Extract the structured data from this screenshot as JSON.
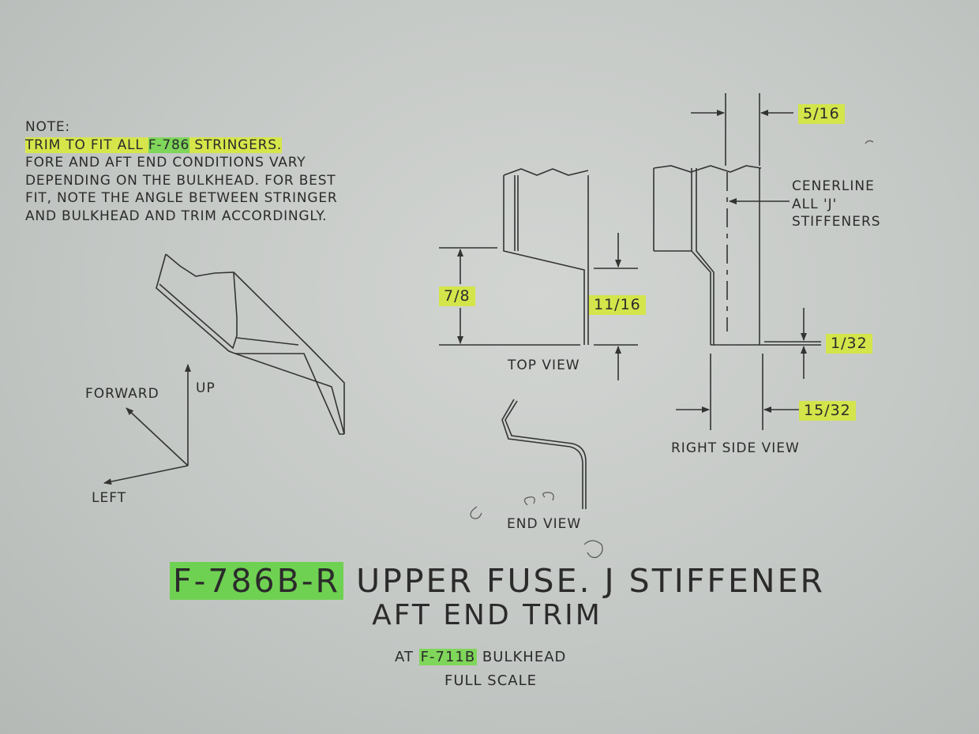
{
  "note": {
    "heading": "NOTE:",
    "line1_pre": "TRIM TO FIT ALL ",
    "line1_part": "F-786",
    "line1_post": " STRINGERS.",
    "line2": "FORE AND AFT END CONDITIONS VARY",
    "line3": "DEPENDING ON THE BULKHEAD. FOR BEST",
    "line4": "FIT, NOTE THE ANGLE BETWEEN STRINGER",
    "line5": "AND BULKHEAD AND TRIM ACCORDINGLY."
  },
  "axes": {
    "forward": "FORWARD",
    "up": "UP",
    "left": "LEFT"
  },
  "views": {
    "top": "TOP VIEW",
    "end": "END VIEW",
    "right_side": "RIGHT SIDE VIEW"
  },
  "dimensions": {
    "d_7_8": "7/8",
    "d_11_16": "11/16",
    "d_5_16": "5/16",
    "d_1_32": "1/32",
    "d_15_32": "15/32"
  },
  "centerline": {
    "line1": "CENERLINE",
    "line2": "ALL 'J'",
    "line3": "STIFFENERS"
  },
  "title": {
    "part": "F-786B-R",
    "line1_rest": " UPPER FUSE. J STIFFENER",
    "line2": "AFT END TRIM",
    "at_pre": "AT ",
    "at_part": "F-711B",
    "at_post": " BULKHEAD",
    "scale": "FULL SCALE"
  },
  "colors": {
    "highlight_yellow": "#d6e64a",
    "highlight_green": "#7fd65a",
    "ink": "#2b2b2b",
    "paper": "#c9ccc9"
  }
}
